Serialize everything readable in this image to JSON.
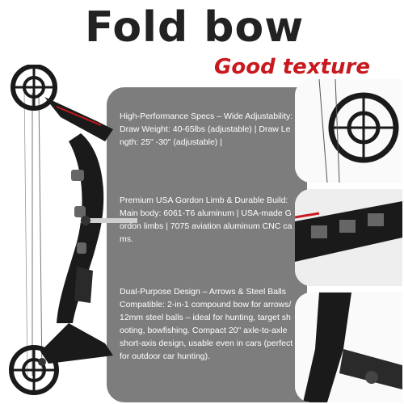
{
  "heading": {
    "title": "Fold bow",
    "subtitle": "Good texture"
  },
  "features": [
    {
      "text": "High-Performance Specs – Wide Adjustability:  Draw Weight: 40-65lbs (adjustable) | Draw Length: 25\" -30\"  (adjustable) |"
    },
    {
      "text": "Premium USA Gordon Limb & Durable Build:  Main body: 6061-T6 aluminum | USA-made Gordon limbs | 7075 aviation aluminum CNC cams."
    },
    {
      "text": "Dual-Purpose Design – Arrows & Steel Balls Compatible:  2-in-1 compound bow for arrows/12mm steel balls – ideal for hunting, target shooting, bowfishing. Compact 20\" axle-to-axle short-axis design, usable even in cars (perfect for outdoor car hunting)."
    }
  ],
  "colors": {
    "title": "#222222",
    "subtitle": "#c8191e",
    "panel": "#7d7d7d",
    "bow": "#1a1a1a"
  }
}
